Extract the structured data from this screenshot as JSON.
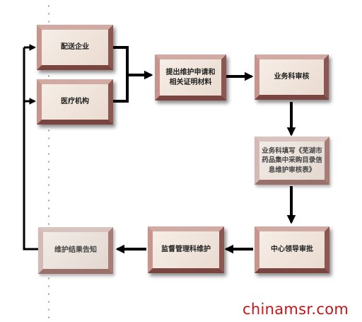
{
  "nodes": {
    "distributor": "配送企业",
    "medical": "医疗机构",
    "submit": "提出维护申请和相关证明材料",
    "review": "业务科审核",
    "fill_form": "业务科填写《芜湖市药品集中采购目录信息维护审核表》",
    "approve": "中心领导审批",
    "maintain": "监督管理科维护",
    "notify": "维护结果告知"
  },
  "watermark": "chinamsr.com",
  "colors": {
    "arrow": "#000000",
    "box_border": "#b87c75",
    "box_fill": "#f3e9e1",
    "watermark": "#c0161b"
  }
}
